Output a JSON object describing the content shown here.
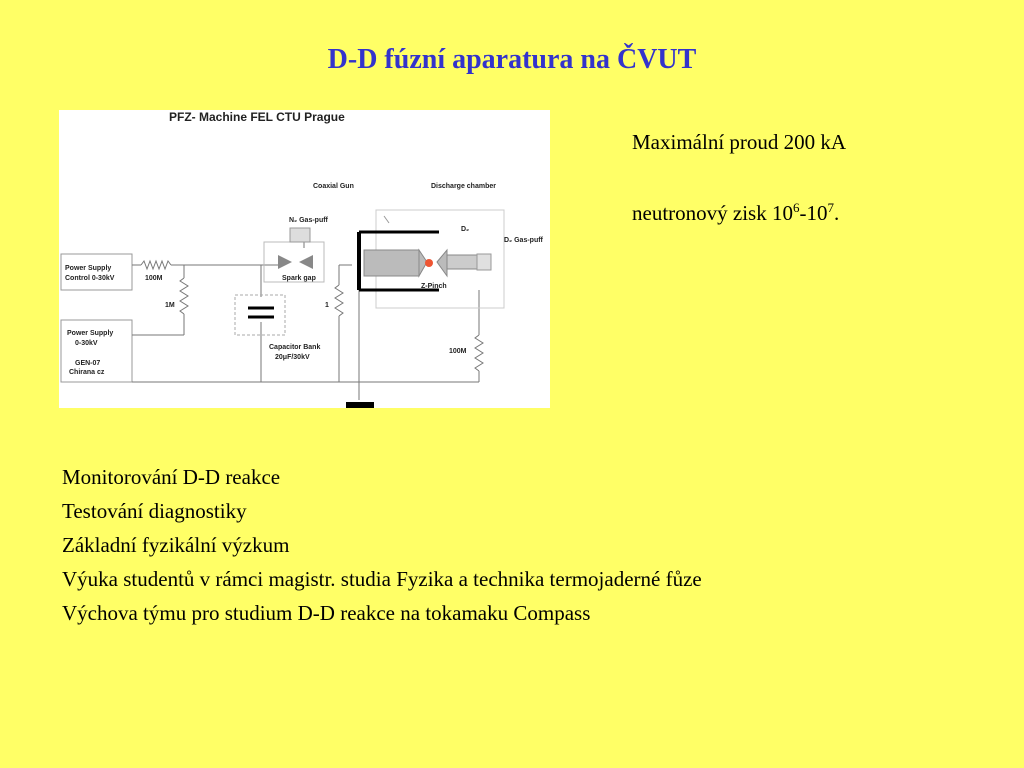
{
  "title": "D-D fúzní aparatura na ČVUT",
  "diagram": {
    "header": "PFZ- Machine   FEL CTU Prague",
    "labels": {
      "coaxial_gun": "Coaxial Gun",
      "discharge_chamber": "Discharge chamber",
      "n2_gas_puff": "N₂ Gas-puff",
      "d2": "D₂",
      "d2_gas_puff": "D₂ Gas-puff",
      "power_supply_control_1": "Power Supply",
      "power_supply_control_2": "Control 0-30kV",
      "r_100m_top": "100M",
      "r_1m": "1M",
      "spark_gap": "Spark gap",
      "z_pinch": "Z-Pinch",
      "r_1": "1",
      "power_supply_1": "Power Supply",
      "power_supply_2": "0-30kV",
      "gen_1": "GEN-07",
      "gen_2": "Chirana cz",
      "cap_bank_1": "Capacitor Bank",
      "cap_bank_2": "20μF/30kV",
      "r_100m_right": "100M"
    }
  },
  "facts": {
    "max_current": "Maximální proud 200 kA",
    "neutron_prefix": "neutronový zisk 10",
    "neutron_exp1": "6",
    "neutron_mid": "-10",
    "neutron_exp2": "7",
    "neutron_suffix": "."
  },
  "bullets": [
    "Monitorování D-D reakce",
    "Testování diagnostiky",
    "Základní fyzikální výzkum",
    "Výuka studentů v rámci magistr. studia Fyzika a technika termojaderné fůze",
    "Výchova týmu pro studium D-D reakce na tokamaku Compass"
  ]
}
